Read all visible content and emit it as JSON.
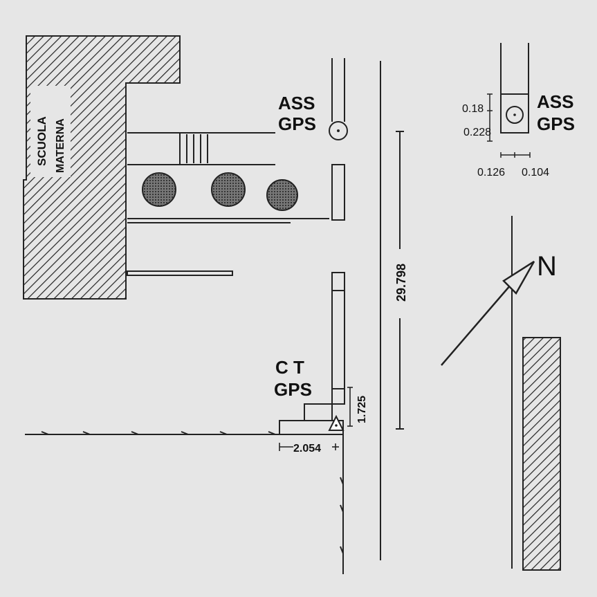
{
  "labels": {
    "school_line1": "SCUOLA",
    "school_line2": "MATERNA",
    "ass_line1": "ASS",
    "ass_line2": "GPS",
    "ass_detail_line1": "ASS",
    "ass_detail_line2": "GPS",
    "ct_line1": "C T",
    "ct_line2": "GPS",
    "north": "N"
  },
  "dimensions": {
    "road_length": "29.798",
    "ct_vertical": "1.725",
    "ct_horizontal": "2.054",
    "detail_top": "0.18",
    "detail_middle": "0.228",
    "detail_left": "0.126",
    "detail_right": "0.104"
  },
  "colors": {
    "background": "#e6e6e6",
    "ink": "#111111"
  }
}
